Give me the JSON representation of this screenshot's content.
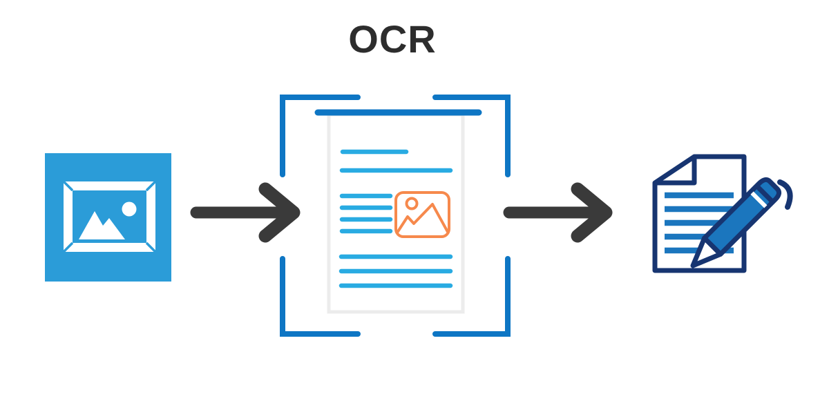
{
  "title": "OCR",
  "colors": {
    "title_text": "#2d2d2d",
    "arrow": "#3a3a3a",
    "image_icon_blue": "#2b9cd8",
    "scan_frame_blue": "#0e76c4",
    "text_line_cyan": "#29abe2",
    "image_placeholder_orange": "#f6894c",
    "output_navy": "#173571",
    "output_blue": "#1b76be",
    "scanned_page_border": "#ececec"
  },
  "flow": {
    "stages": [
      {
        "name": "input-image",
        "icon": "picture-image-icon"
      },
      {
        "name": "ocr-scanning",
        "icon": "scan-frame-document-icon"
      },
      {
        "name": "editable-text-output",
        "icon": "document-pencil-icon"
      }
    ],
    "connectors": [
      {
        "name": "input-to-ocr",
        "icon": "right-arrow-icon"
      },
      {
        "name": "ocr-to-output",
        "icon": "right-arrow-icon"
      }
    ]
  }
}
